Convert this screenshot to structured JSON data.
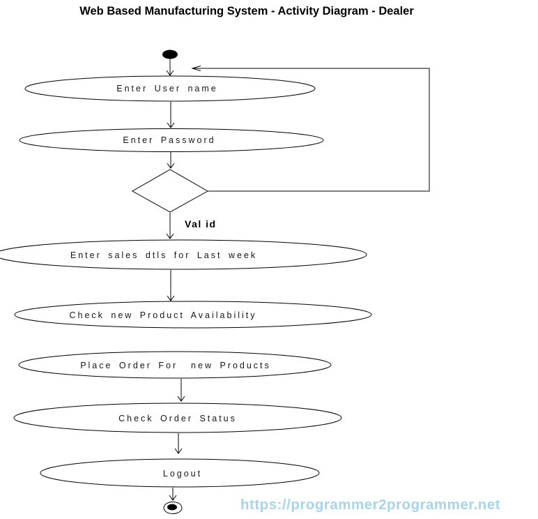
{
  "page": {
    "title": "Web Based Manufacturing System - Activity Diagram - Dealer"
  },
  "colors": {
    "background": "#ffffff",
    "line": "#000000",
    "label_text": "#151515",
    "watermark": "#a9d3e6"
  },
  "diagram": {
    "kind": "uml-activity-diagram",
    "actor": "Dealer",
    "nodes": {
      "start": {
        "type": "initial-node"
      },
      "enter_user_name": {
        "type": "activity",
        "label": "Enter User name"
      },
      "enter_password": {
        "type": "activity",
        "label": "Enter Password"
      },
      "valid_check": {
        "type": "decision"
      },
      "enter_sales": {
        "type": "activity",
        "label": "Enter sales dtls for Last week"
      },
      "check_availability": {
        "type": "activity",
        "label": "Check new Product Availability"
      },
      "place_order": {
        "type": "activity",
        "label": "Place Order For  new Products"
      },
      "check_order_status": {
        "type": "activity",
        "label": "Check Order Status"
      },
      "logout": {
        "type": "activity",
        "label": "Logout"
      },
      "end": {
        "type": "final-node"
      }
    },
    "edges": {
      "valid_label": "Val id",
      "flow": [
        {
          "from": "start",
          "to": "enter_user_name"
        },
        {
          "from": "enter_user_name",
          "to": "enter_password"
        },
        {
          "from": "enter_password",
          "to": "valid_check"
        },
        {
          "from": "valid_check",
          "to": "enter_sales",
          "label": "Val id"
        },
        {
          "from": "valid_check",
          "to": "enter_user_name",
          "note": "loop-back on invalid"
        },
        {
          "from": "enter_sales",
          "to": "check_availability"
        },
        {
          "from": "place_order",
          "to": "check_order_status"
        },
        {
          "from": "check_order_status",
          "to": "logout"
        },
        {
          "from": "logout",
          "to": "end"
        }
      ]
    }
  },
  "watermark": {
    "text": "https://programmer2programmer.net"
  }
}
